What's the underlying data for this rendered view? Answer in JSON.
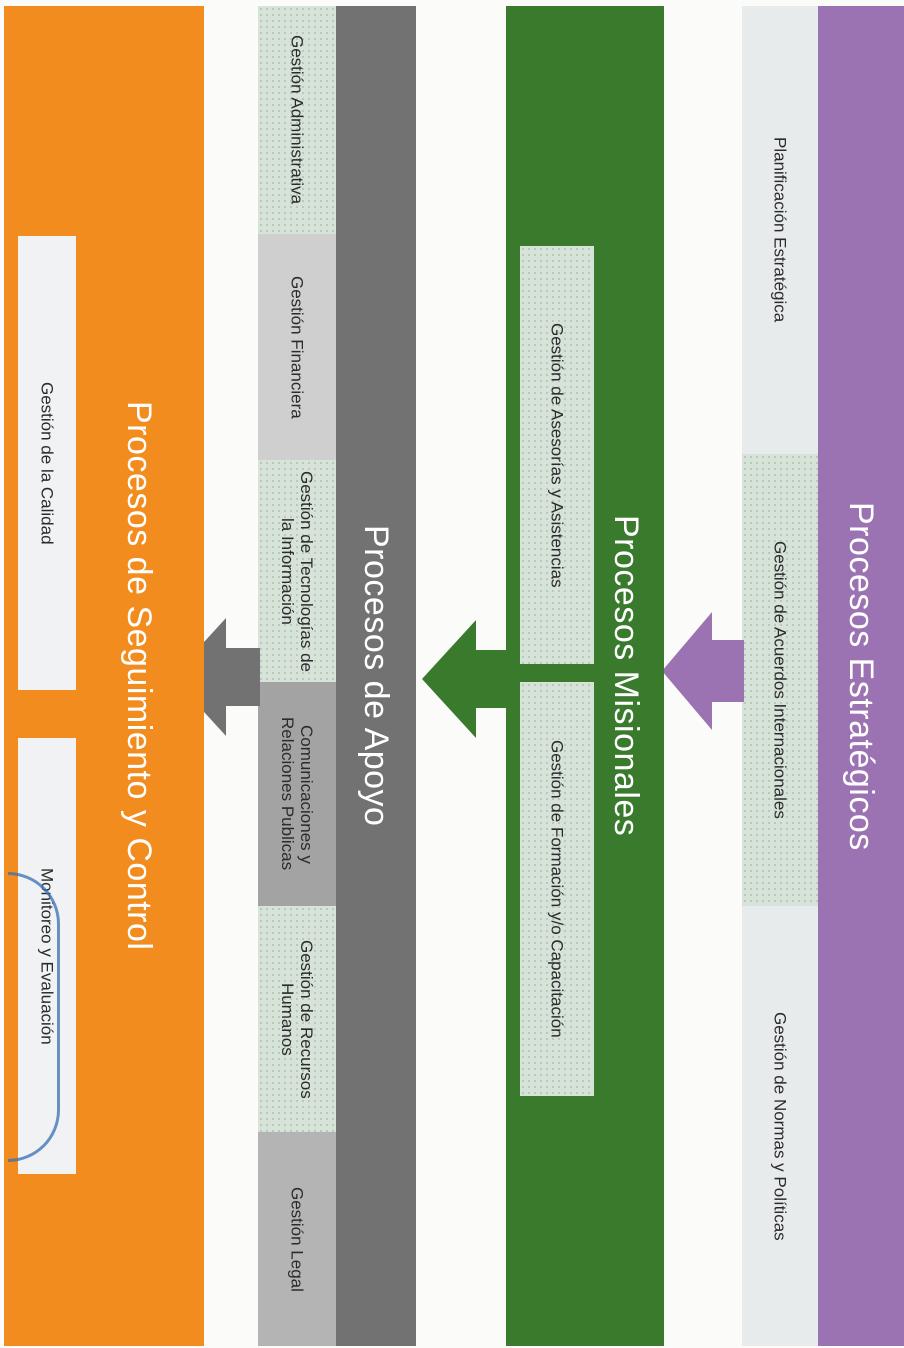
{
  "groups": {
    "estrategicos": {
      "title": "Procesos Estratégicos",
      "color": "#9c73b2",
      "items": [
        "Planificación Estratégica",
        "Gestión de Acuerdos Internacionales",
        "Gestión de Normas y Políticas"
      ]
    },
    "misionales": {
      "title": "Procesos Misionales",
      "color": "#3a7a2c",
      "items": [
        "Gestión de Asesorías y Asistencias",
        "Gestión de Formación y/o Capacitación"
      ]
    },
    "apoyo": {
      "title": "Procesos de Apoyo",
      "color": "#727272",
      "items": [
        "Gestión Administrativa",
        "Gestión Financiera",
        "Gestión de Tecnologías de la Información",
        "Comunicaciones y Relaciones Publicas",
        "Gestión de Recursos Humanos",
        "Gestión Legal"
      ]
    },
    "seguimiento": {
      "title": "Procesos de Seguimiento y Control",
      "color": "#f28c1e",
      "items": [
        "Gestión de la Calidad",
        "Monitoreo y Evaluación"
      ]
    }
  }
}
